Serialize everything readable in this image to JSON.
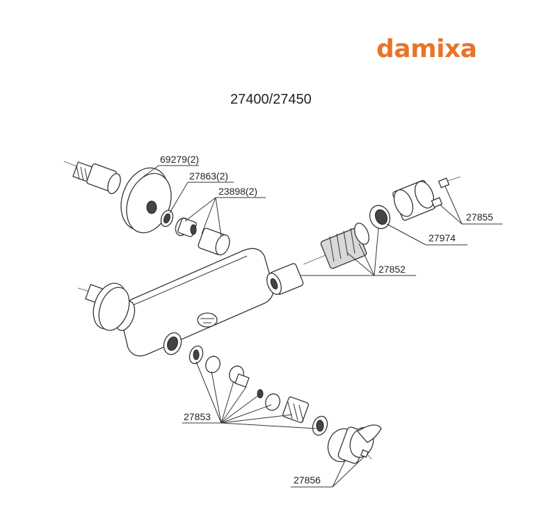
{
  "brand": {
    "name": "damixa",
    "color": "#e8742a"
  },
  "model_number": "27400/27450",
  "part_labels": {
    "p69279": "69279(2)",
    "p27863": "27863(2)",
    "p23898": "23898(2)",
    "p27855": "27855",
    "p27974": "27974",
    "p27852": "27852",
    "p27853": "27853",
    "p27856": "27856"
  }
}
